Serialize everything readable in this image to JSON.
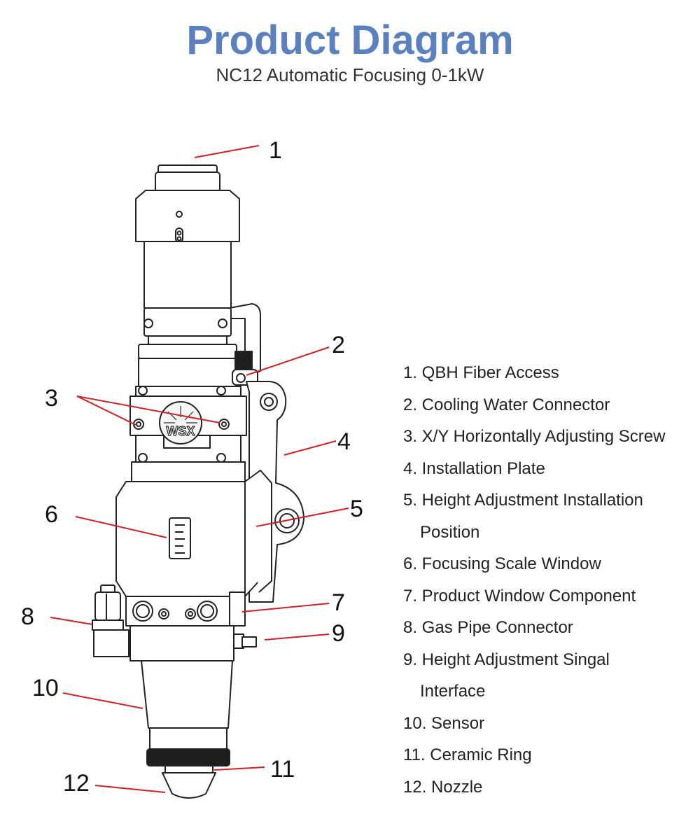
{
  "title": "Product Diagram",
  "subtitle": "NC12 Automatic Focusing 0-1kW",
  "logo_text": "WSX",
  "callouts": [
    "1",
    "2",
    "3",
    "4",
    "5",
    "6",
    "7",
    "8",
    "9",
    "10",
    "11",
    "12"
  ],
  "legend": [
    {
      "text": "1. QBH Fiber Access"
    },
    {
      "text": "2. Cooling Water Connector"
    },
    {
      "text": "3. X/Y Horizontally Adjusting Screw"
    },
    {
      "text": "4. Installation Plate"
    },
    {
      "text": "5. Height Adjustment Installation",
      "cont": "Position"
    },
    {
      "text": "6. Focusing Scale Window"
    },
    {
      "text": "7. Product Window Component"
    },
    {
      "text": "8. Gas Pipe Connector"
    },
    {
      "text": "9. Height Adjustment Singal",
      "cont": "Interface"
    },
    {
      "text": "10. Sensor"
    },
    {
      "text": "11. Ceramic Ring"
    },
    {
      "text": "12. Nozzle"
    }
  ],
  "colors": {
    "title": "#5b80c0",
    "leader_line": "#d11f2a",
    "outline": "#222222"
  }
}
